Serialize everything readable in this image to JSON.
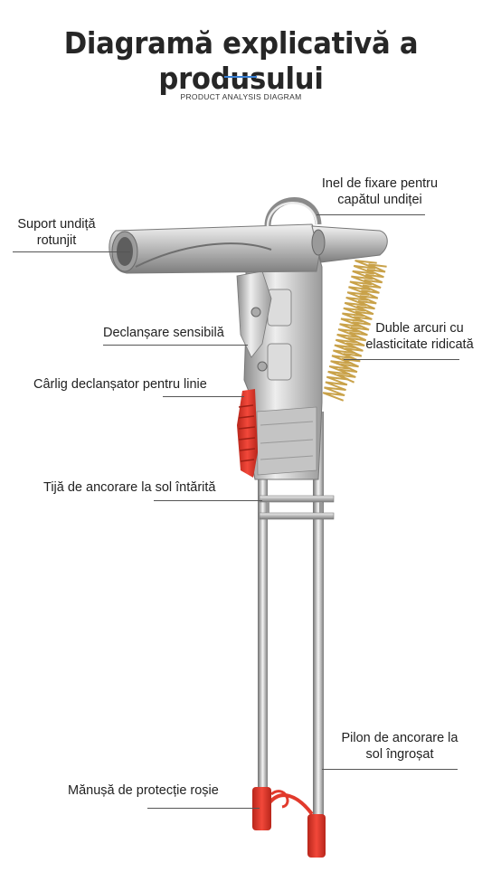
{
  "header": {
    "title": "Diagramă explicativă a produsului",
    "subtitle": "PRODUCT ANALYSIS DIAGRAM",
    "accent_color": "#3a82d6"
  },
  "annotations": {
    "rod_ring": {
      "line1": "Inel de fixare pentru",
      "line2": "capătul undiței"
    },
    "rod_holder": {
      "line1": "Suport undiță",
      "line2": "rotunjit"
    },
    "trigger": {
      "text": "Declanșare sensibilă"
    },
    "hook": {
      "text": "Cârlig declanșator pentru linie"
    },
    "springs": {
      "line1": "Duble arcuri cu",
      "line2": "elasticitate ridicată"
    },
    "rod_anchor": {
      "text": "Tijă de ancorare la sol întărită"
    },
    "pole": {
      "line1": "Pilon de ancorare la",
      "line2": "sol îngroșat"
    },
    "glove": {
      "text": "Mănușă de protecție roșie"
    }
  },
  "colors": {
    "metal": "#c9c9c9",
    "metal_dark": "#8a8a8a",
    "spring": "#c9a24a",
    "red": "#e23a2c"
  }
}
